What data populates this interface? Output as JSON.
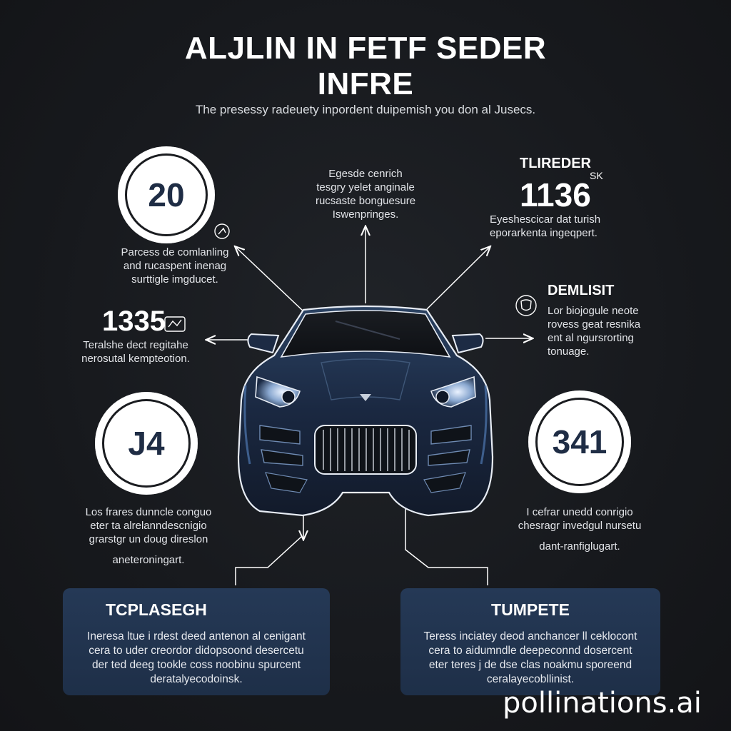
{
  "header": {
    "title_line1": "ALJLIN IN FETF SEDER",
    "title_line2": "INFRE",
    "subtitle": "The presessy radeuety inpordent duipemish you don al Jusecs."
  },
  "top_center_text": [
    "Egesde cenrich",
    "tesgry yelet anginale",
    "rucsaste bonguesure",
    "Iswenpringes."
  ],
  "left_stat_1": {
    "value": "20",
    "text": [
      "Parcess de comlanling",
      "and rucaspent inenag",
      "surttigle imgducet."
    ]
  },
  "left_stat_2": {
    "value": "1335",
    "text": [
      "Teralshe dect regitahe",
      "nerosutal kempteotion."
    ]
  },
  "left_stat_3": {
    "value": "J4",
    "text": [
      "Los frares dunncle conguo",
      "eter ta alrelanndescnigio",
      "grarstgr un doug direslon",
      "aneteroningart."
    ]
  },
  "right_stat_1": {
    "heading": "TLIREDER",
    "value": "1136",
    "suffix": "SK",
    "text": [
      "Eyeshescicar dat turish",
      "eporarkenta ingeqpert."
    ]
  },
  "right_stat_2": {
    "heading": "DEMLISIT",
    "text": [
      "Lor biojogule neote",
      "rovess geat resnika",
      "ent al ngursrorting",
      "tonuage."
    ]
  },
  "right_stat_3": {
    "value": "341",
    "text": [
      "I cefrar unedd conrigio",
      "chesragr invedgul nursetu",
      "dant-ranfiglugart."
    ]
  },
  "panel_left": {
    "title": "TCPLASEGH",
    "text": [
      "Ineresa ltue i rdest deed antenon al cenigant",
      "cera to uder creordor didopsoond desercetu",
      "der ted deeg tookle coss noobinu spurcent",
      "deratalyecodoinsk."
    ]
  },
  "panel_right": {
    "title": "TUMPETE",
    "text": [
      "Teress inciatey deod anchancer ll ceklocont",
      "cera to aidumndle deepeconnd dosercent",
      "eter teres j de dse clas noakmu sporeend",
      "ceralayecobllinist."
    ]
  },
  "watermark": "pollinations.ai",
  "colors": {
    "background": "#17191d",
    "panel": "#223550",
    "circle_number": "#1f2d45",
    "car_body": "#1b2a44"
  }
}
